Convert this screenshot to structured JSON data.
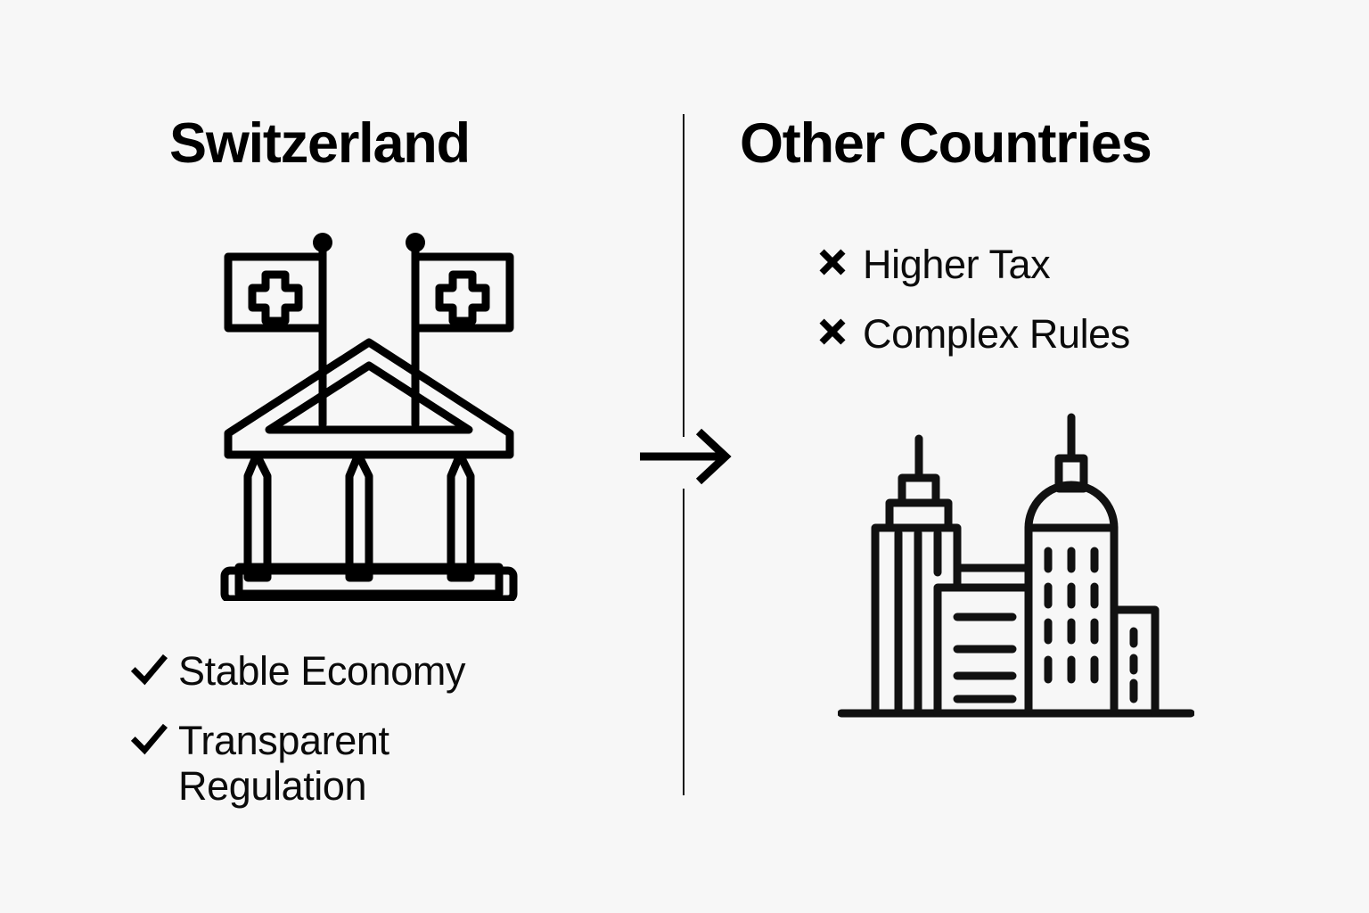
{
  "background_color": "#F7F7F7",
  "ink_color": "#000000",
  "layout": {
    "type": "two-column-comparison",
    "divider": "vertical-line",
    "connector": "right-arrow"
  },
  "left_column": {
    "title": "Switzerland",
    "illustration": "bank-building-with-two-swiss-flags-icon",
    "items": [
      {
        "mark": "check",
        "label": "Stable Economy"
      },
      {
        "mark": "check",
        "label": "Transparent Regulation"
      }
    ]
  },
  "right_column": {
    "title": "Other Countries",
    "illustration": "city-skyline-buildings-icon",
    "items": [
      {
        "mark": "cross",
        "label": "Higher Tax"
      },
      {
        "mark": "cross",
        "label": "Complex Rules"
      }
    ]
  },
  "marks": {
    "check": "✓",
    "cross": "✕"
  }
}
